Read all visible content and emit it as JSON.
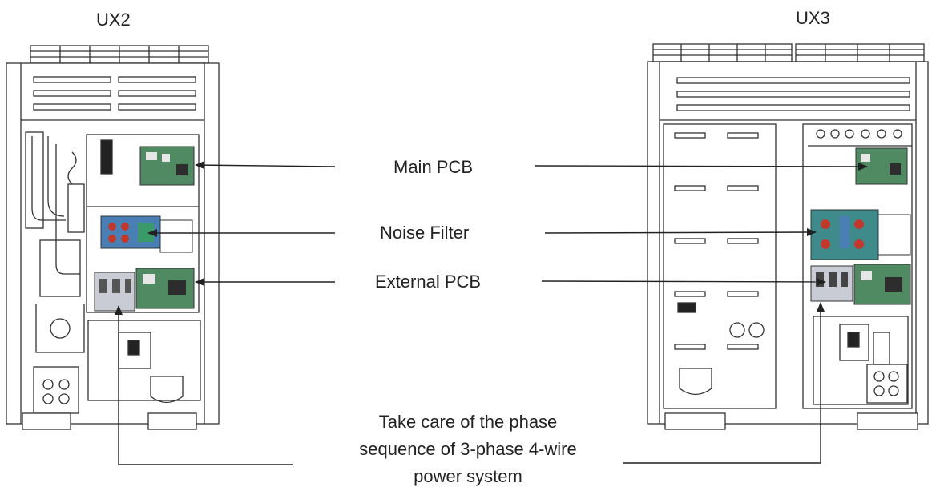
{
  "units": {
    "left_title": "UX2",
    "right_title": "UX3"
  },
  "callouts": {
    "main_pcb": "Main PCB",
    "noise_filter": "Noise Filter",
    "external_pcb": "External PCB"
  },
  "note": {
    "line1": "Take care of the phase",
    "line2": "sequence of 3-phase 4-wire",
    "line3": "power system"
  },
  "colors": {
    "outline": "#333333",
    "pcb_green": "#4f8a63",
    "filter_blue": "#4a7fb5",
    "arrow": "#222222"
  }
}
